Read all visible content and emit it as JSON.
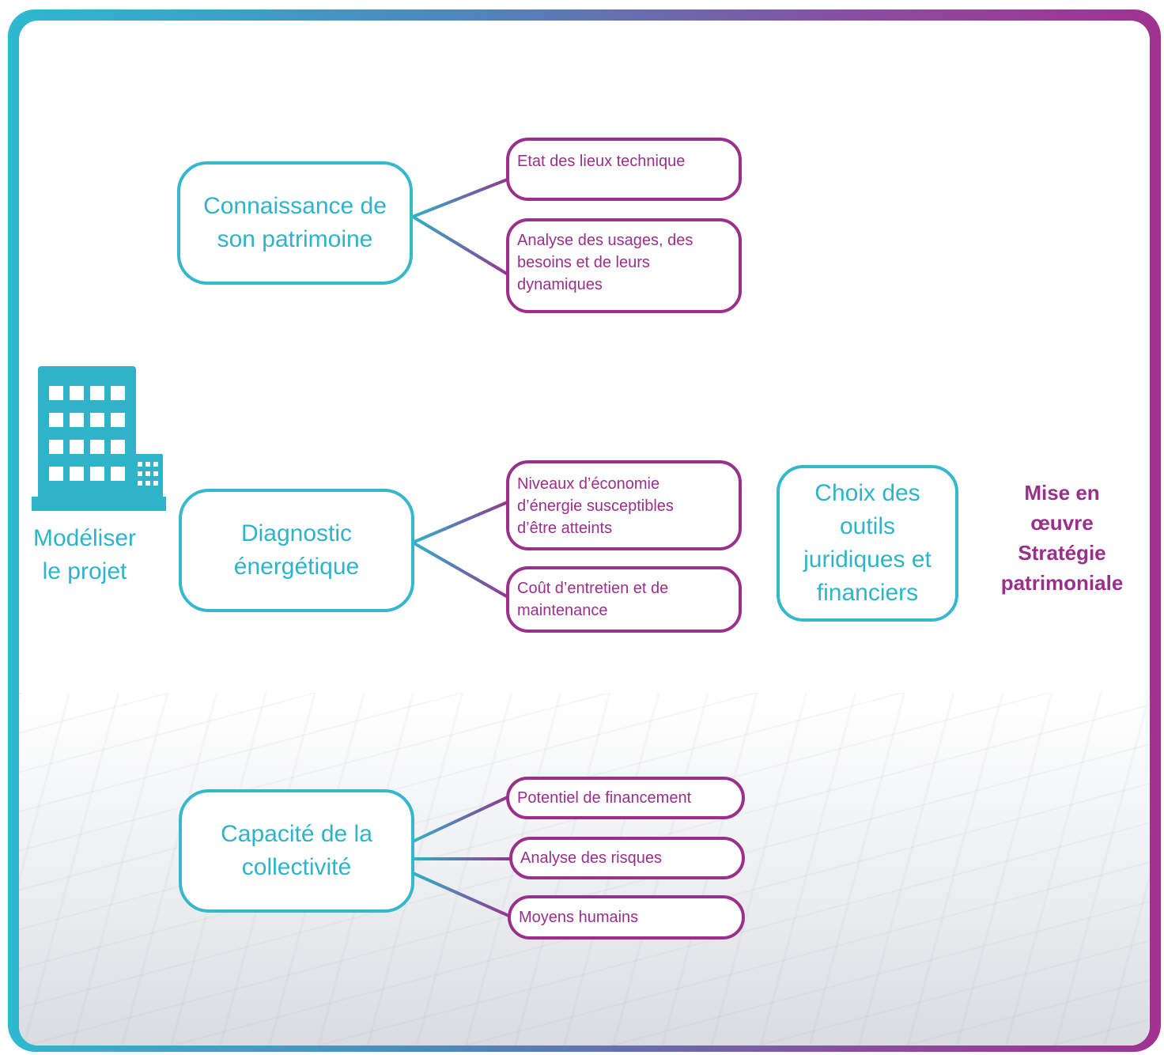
{
  "building": {
    "label": "Modéliser\nle projet"
  },
  "main_nodes": [
    {
      "label": "Connaissance de\nson patrimoine"
    },
    {
      "label": "Diagnostic\nénergétique"
    },
    {
      "label": "Capacité de la\ncollectivité"
    }
  ],
  "leaves": [
    {
      "label": "Etat des lieux technique"
    },
    {
      "label": "Analyse des usages, des\nbesoins et de leurs\ndynamiques"
    },
    {
      "label": "Niveaux d’économie\nd’énergie susceptibles\nd’être atteints"
    },
    {
      "label": "Coût d’entretien et de\nmaintenance"
    },
    {
      "label": "Potentiel de financement"
    },
    {
      "label": "Analyse des risques"
    },
    {
      "label": "Moyens humains"
    }
  ],
  "choice": {
    "label": "Choix des\noutils\njuridiques et\nfinanciers"
  },
  "result": {
    "label": "Mise en\nœuvre\nStratégie\npatrimoniale"
  },
  "colors": {
    "teal": "#35b7cc",
    "purple": "#9a2f8c"
  }
}
